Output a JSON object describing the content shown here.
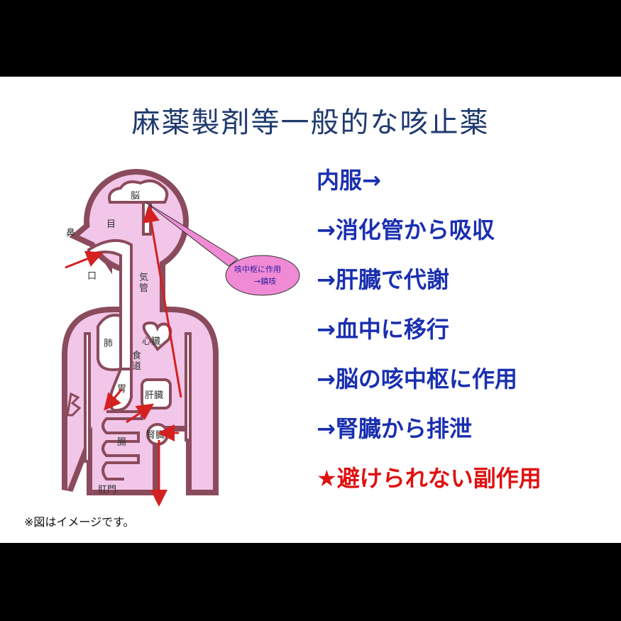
{
  "slide": {
    "title": "麻薬製剤等一般的な咳止薬",
    "steps": [
      "内服→",
      "→消化管から吸収",
      "→肝臓で代謝",
      "→血中に移行",
      "→脳の咳中枢に作用",
      "→腎臓から排泄",
      "★避けられない副作用"
    ],
    "diagram": {
      "labels": {
        "brain": "脳",
        "eye": "目",
        "nose": "鼻",
        "mouth": "口",
        "trachea1": "気",
        "trachea2": "管",
        "lung": "肺",
        "heart": "心臓",
        "esophagus1": "食",
        "esophagus2": "道",
        "stomach": "胃",
        "liver": "肝臓",
        "kidney": "腎臓",
        "intestine": "腸",
        "anus": "肛門"
      },
      "callout_line1": "咳中枢に作用",
      "callout_line2": "→鎮咳"
    },
    "note": "※図はイメージです。",
    "colors": {
      "title": "#1f3a6e",
      "steps": "#1a2fb0",
      "warning": "#e01010",
      "body": "#f2c6e8",
      "arrow": "#d42020"
    }
  }
}
